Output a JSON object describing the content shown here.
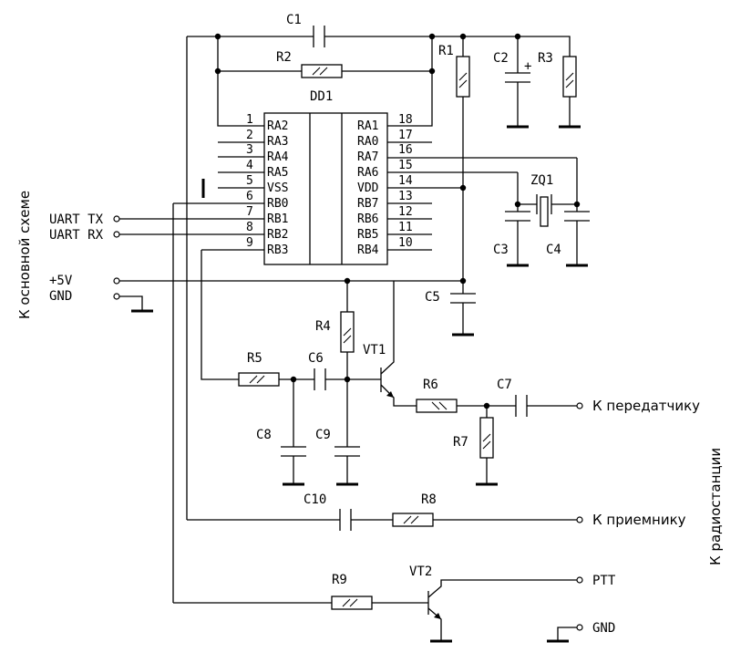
{
  "components": {
    "C1": "C1",
    "R1": "R1",
    "C2": "C2",
    "C2_polarity": "+",
    "R3": "R3",
    "R2": "R2",
    "DD1": "DD1",
    "ZQ1": "ZQ1",
    "C3": "C3",
    "C4": "C4",
    "C5": "C5",
    "R4": "R4",
    "VT1": "VT1",
    "R5": "R5",
    "C6": "C6",
    "R6": "R6",
    "C7": "C7",
    "C8": "C8",
    "C9": "C9",
    "R7": "R7",
    "C10": "C10",
    "R8": "R8",
    "R9": "R9",
    "VT2": "VT2"
  },
  "chip": {
    "left_pins": [
      {
        "num": "1",
        "name": "RA2"
      },
      {
        "num": "2",
        "name": "RA3"
      },
      {
        "num": "3",
        "name": "RA4"
      },
      {
        "num": "4",
        "name": "RA5"
      },
      {
        "num": "5",
        "name": "VSS"
      },
      {
        "num": "6",
        "name": "RB0"
      },
      {
        "num": "7",
        "name": "RB1"
      },
      {
        "num": "8",
        "name": "RB2"
      },
      {
        "num": "9",
        "name": "RB3"
      }
    ],
    "right_pins": [
      {
        "num": "18",
        "name": "RA1"
      },
      {
        "num": "17",
        "name": "RA0"
      },
      {
        "num": "16",
        "name": "RA7"
      },
      {
        "num": "15",
        "name": "RA6"
      },
      {
        "num": "14",
        "name": "VDD"
      },
      {
        "num": "13",
        "name": "RB7"
      },
      {
        "num": "12",
        "name": "RB6"
      },
      {
        "num": "11",
        "name": "RB5"
      },
      {
        "num": "10",
        "name": "RB4"
      }
    ]
  },
  "connections": {
    "uart_tx": "UART TX",
    "uart_rx": "UART RX",
    "plus5v": "+5V",
    "gnd_left": "GND",
    "to_transmitter": "К передатчику",
    "to_receiver": "К приемнику",
    "ptt": "PTT",
    "gnd_right": "GND"
  },
  "side_labels": {
    "left": "К основной схеме",
    "right": "К радиостанции"
  }
}
